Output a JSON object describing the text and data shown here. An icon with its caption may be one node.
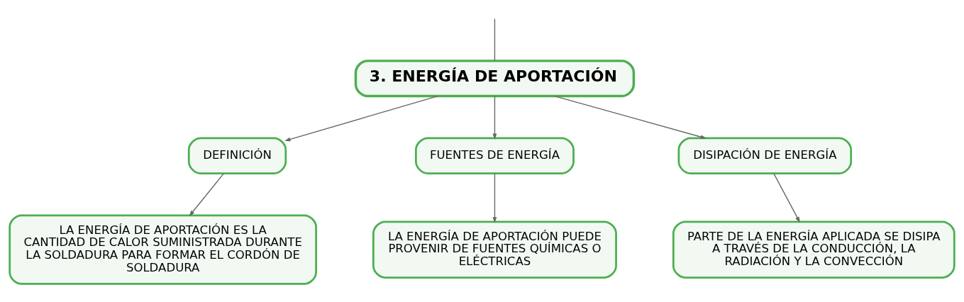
{
  "diagram": {
    "nodes": [
      {
        "text": [
          "3. ENERGÍA DE APORTACIÓN"
        ]
      },
      {
        "text": [
          "DEFINICIÓN"
        ]
      },
      {
        "text": [
          "FUENTES DE ENERGÍA"
        ]
      },
      {
        "text": [
          "DISIPACIÓN DE ENERGÍA"
        ]
      },
      {
        "text": [
          "LA ENERGÍA DE APORTACIÓN ES LA CANTIDAD DE CALOR SUMINISTRADA DURANTE LA SOLDADURA PARA FORMAR EL CORDÓN DE SOLDADURA"
        ]
      },
      {
        "text": [
          "LA ENERGÍA DE APORTACIÓN PUEDE PROVENIR DE FUENTES QUÍMICAS O ELÉCTRICAS"
        ]
      },
      {
        "text": [
          "PARTE DE LA ENERGÍA APLICADA SE DISIPA A TRAVÉS DE LA CONDUCCIÓN, LA RADIACIÓN Y LA CONVECCIÓN"
        ]
      }
    ],
    "edges": [
      {
        "from": null,
        "to": 0,
        "arrow": "none"
      },
      {
        "from": 0,
        "to": 1,
        "arrow": "to"
      },
      {
        "from": 0,
        "to": 2,
        "arrow": "to"
      },
      {
        "from": 0,
        "to": 3,
        "arrow": "to"
      },
      {
        "from": 1,
        "to": 4,
        "arrow": "to"
      },
      {
        "from": 2,
        "to": 5,
        "arrow": "to"
      },
      {
        "from": 3,
        "to": 6,
        "arrow": "to"
      }
    ]
  }
}
